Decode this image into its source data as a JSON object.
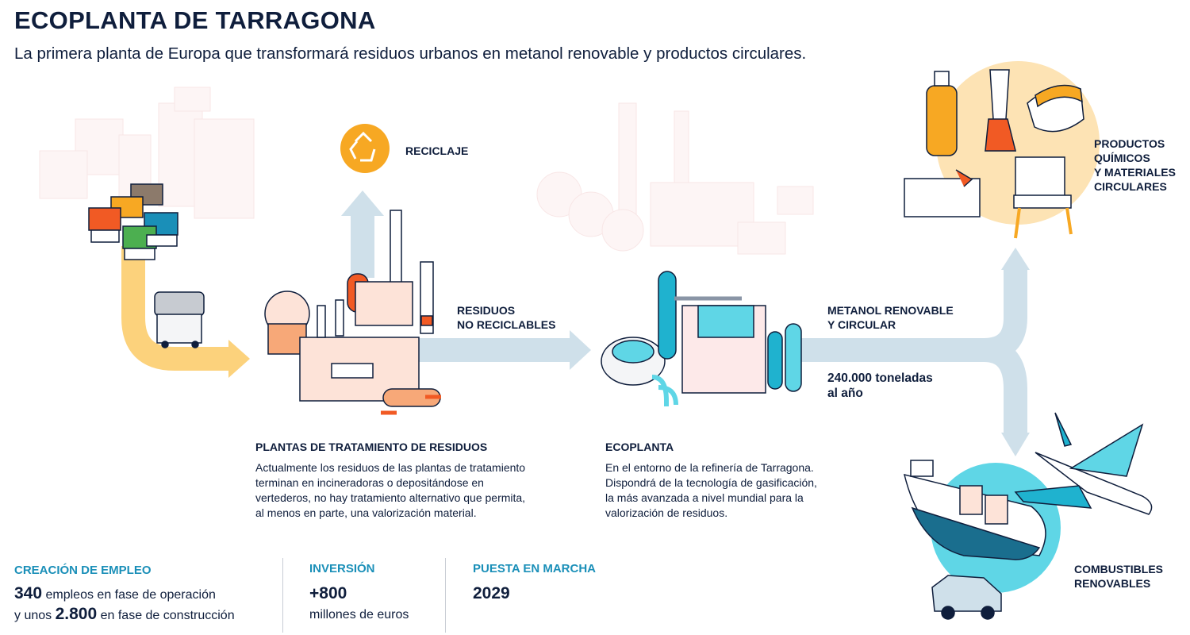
{
  "title": "ECOPLANTA DE TARRAGONA",
  "subtitle": "La primera planta de Europa que transformará residuos urbanos en metanol renovable y productos circulares.",
  "labels": {
    "reciclaje": "RECICLAJE",
    "residuos_no_reciclables": "RESIDUOS\nNO RECICLABLES",
    "metanol": "METANOL RENOVABLE\nY CIRCULAR",
    "toneladas": "240.000 toneladas\nal año",
    "productos": "PRODUCTOS\nQUÍMICOS\nY MATERIALES\nCIRCULARES",
    "combustibles": "COMBUSTIBLES\nRENOVABLES"
  },
  "sections": {
    "plantas": {
      "heading": "PLANTAS DE TRATAMIENTO DE RESIDUOS",
      "text": "Actualmente los residuos de las plantas de tratamiento\nterminan en incineradoras o depositándose en\nvertederos, no hay tratamiento alternativo que permita,\nal menos en parte, una valorización material."
    },
    "ecoplanta": {
      "heading": "ECOPLANTA",
      "text": "En el entorno de la refinería de Tarragona.\nDispondrá de la tecnología de gasificación,\nla más avanzada a nivel mundial para la\nvalorización de residuos."
    }
  },
  "stats": {
    "empleo": {
      "heading": "CREACIÓN DE EMPLEO",
      "line1_num": "340",
      "line1_text": " empleos en fase de operación",
      "line2_pre": "y unos ",
      "line2_num": "2.800",
      "line2_text": " en fase de construcción"
    },
    "inversion": {
      "heading": "INVERSIÓN",
      "value": "+800",
      "unit": "millones de euros"
    },
    "puesta": {
      "heading": "PUESTA EN MARCHA",
      "value": "2029"
    }
  },
  "colors": {
    "navy": "#0f1e3c",
    "teal": "#1a8fb8",
    "orange": "#f7a823",
    "flow_blue": "#cfe0ea",
    "flow_yellow": "#fcd27c",
    "cyan": "#5fd6e6",
    "red_orange": "#f15a24"
  }
}
